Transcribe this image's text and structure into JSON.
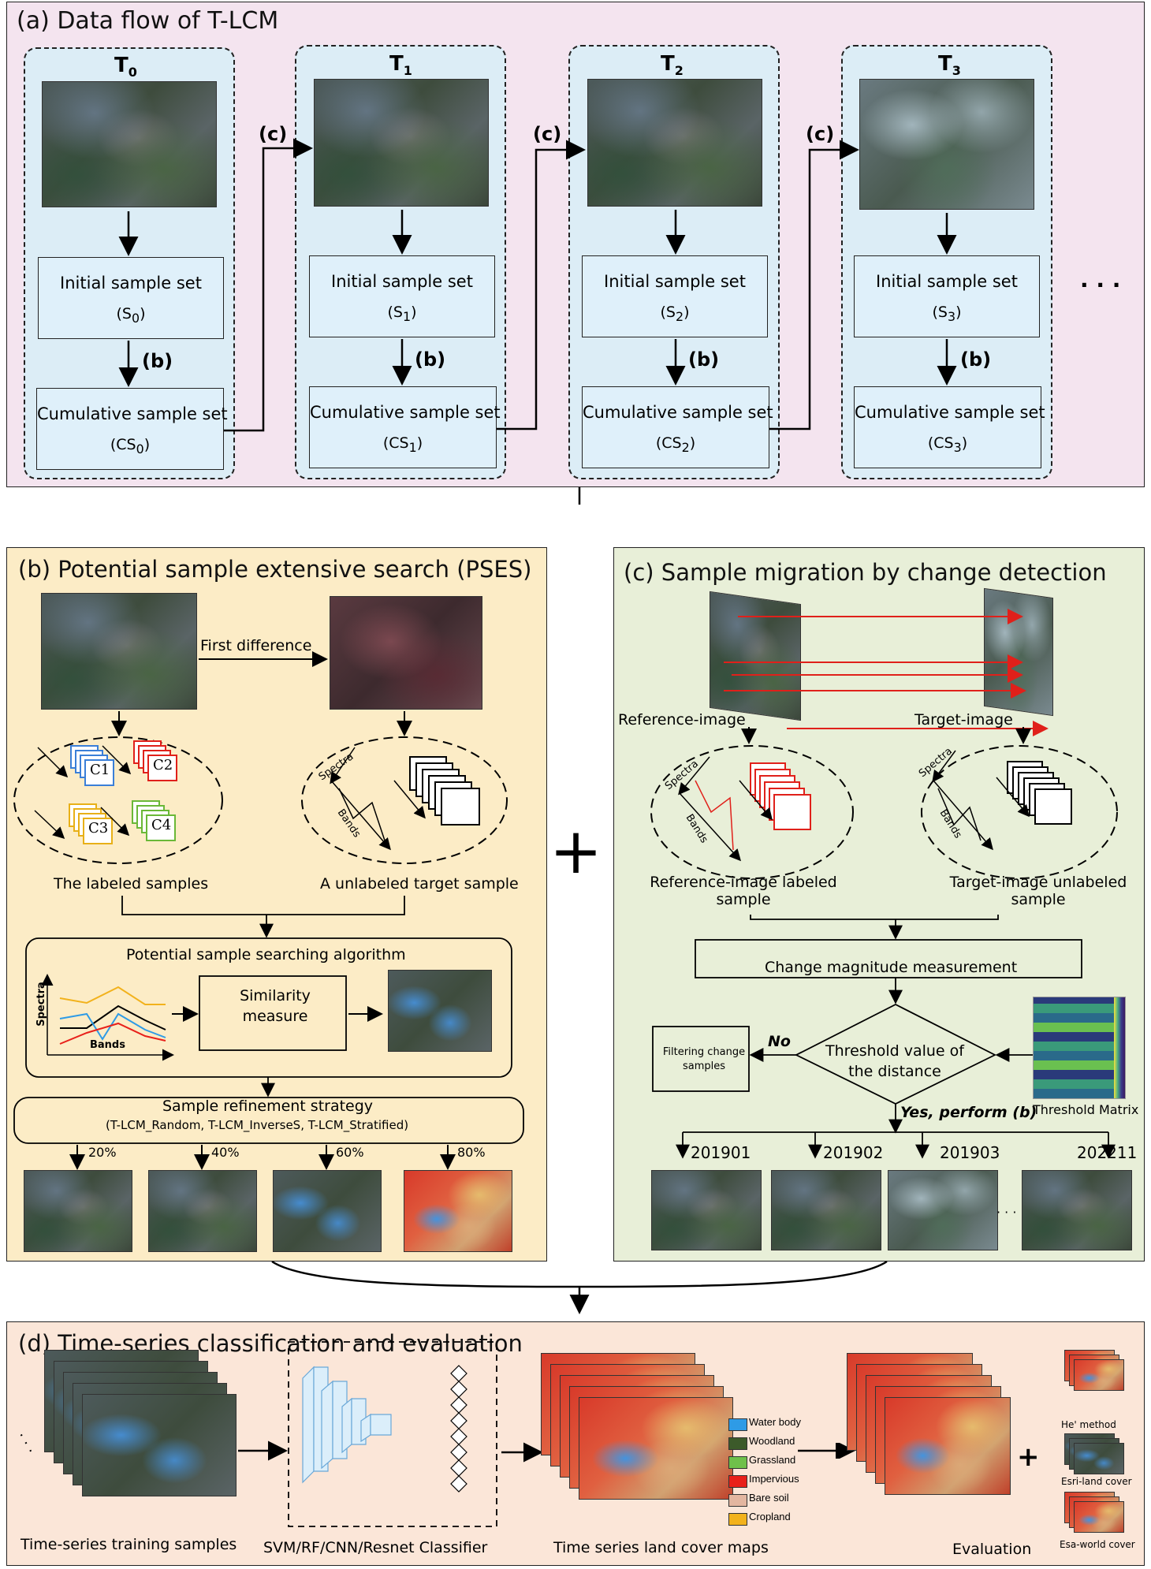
{
  "panel_a": {
    "title": "(a) Data flow of T-LCM",
    "columns": [
      {
        "time": "T",
        "sub": "0",
        "initial": "Initial sample set",
        "initial_sub": "0",
        "cumulative": "Cumulative sample set",
        "cumulative_sub": "0"
      },
      {
        "time": "T",
        "sub": "1",
        "initial": "Initial sample set",
        "initial_sub": "1",
        "cumulative": "Cumulative sample set",
        "cumulative_sub": "1"
      },
      {
        "time": "T",
        "sub": "2",
        "initial": "Initial sample set",
        "initial_sub": "2",
        "cumulative": "Cumulative sample set",
        "cumulative_sub": "2"
      },
      {
        "time": "T",
        "sub": "3",
        "initial": "Initial sample set",
        "initial_sub": "3",
        "cumulative": "Cumulative sample set",
        "cumulative_sub": "3"
      }
    ],
    "arrow_b": "(b)",
    "arrow_c": "(c)",
    "ellipsis": "· · ·"
  },
  "panel_b": {
    "title": "(b)  Potential sample extensive search (PSES)",
    "first_difference": "First difference",
    "labeled_samples": "The labeled samples",
    "unlabeled_sample": "A unlabeled target sample",
    "classes": [
      "C1",
      "C2",
      "C3",
      "C4"
    ],
    "spectra": "Spectra",
    "bands": "Bands",
    "algorithm_title": "Potential sample searching algorithm",
    "similarity": "Similarity measure",
    "refinement_title": "Sample refinement strategy",
    "refinement_sub": "(T-LCM_Random, T-LCM_InverseS, T-LCM_Stratified)",
    "percents": [
      "20%",
      "40%",
      "60%",
      "80%"
    ]
  },
  "panel_c": {
    "title": "(c) Sample migration by change detection",
    "reference_image": "Reference-image",
    "target_image": "Target-image",
    "reference_labeled": "Reference-image labeled sample",
    "target_unlabeled": "Target-image unlabeled sample",
    "change_magnitude": "Change magnitude measurement",
    "threshold_q": "Threshold value of the distance",
    "no": "No",
    "filtering": "Filtering change samples",
    "yes": "Yes, perform (b)",
    "threshold_matrix": "Threshold Matrix",
    "dates": [
      "201901",
      "201902",
      "201903",
      "202211"
    ],
    "spectra": "Spectra",
    "bands": "Bands"
  },
  "plus": "+",
  "panel_d": {
    "title": "(d) Time-series classification and evaluation",
    "training_samples": "Time-series training samples",
    "classifier": "SVM/RF/CNN/Resnet Classifier",
    "land_cover_maps": "Time series land cover maps",
    "evaluation": "Evaluation",
    "legend": [
      {
        "name": "Water body",
        "color": "#2e9be6"
      },
      {
        "name": "Woodland",
        "color": "#3c5a2a"
      },
      {
        "name": "Grassland",
        "color": "#6fc04a"
      },
      {
        "name": "Impervious",
        "color": "#e8201a"
      },
      {
        "name": "Bare soil",
        "color": "#e3b6a0"
      },
      {
        "name": "Cropland",
        "color": "#f2b21c"
      }
    ],
    "products": [
      "He' method",
      "Esri-land cover",
      "Esa-world cover"
    ],
    "plus": "+",
    "dots": "· · ·"
  }
}
